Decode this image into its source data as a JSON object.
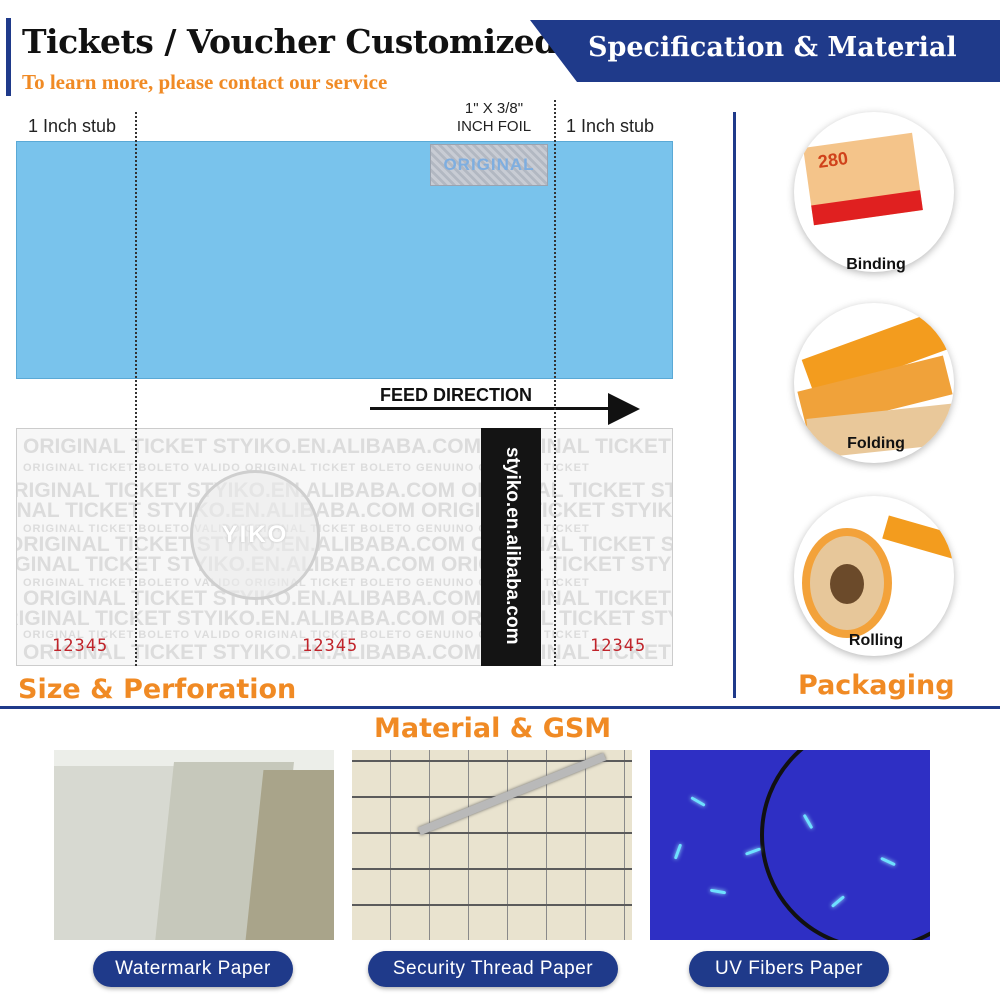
{
  "header": {
    "title": "Tickets / Voucher Customized",
    "subtitle": "To learn more, please contact our service",
    "right_title": "Specification & Material"
  },
  "ticket": {
    "left_stub_label": "1 Inch stub",
    "right_stub_label": "1 Inch stub",
    "foil_label_line1": "1\" X 3/8\"",
    "foil_label_line2": "INCH FOIL",
    "foil_text": "ORIGINAL",
    "feed_direction": "FEED DIRECTION",
    "watermark_big": "ORIGINAL TICKET  STYIKO.EN.ALIBABA.COM  ORIGINAL TICKET  STYIKO.EN.ALIBABA.COM",
    "watermark_small": "ORIGINAL TICKET  BOLETO VALIDO  ORIGINAL TICKET  BOLETO GENUINO  ORIGINAL TICKET",
    "seal_text": "YIKO",
    "vertical_text": "styiko.en.alibaba.com",
    "serials": [
      "12345",
      "12345",
      "12345"
    ]
  },
  "sections": {
    "size_perforation": "Size & Perforation",
    "packaging": "Packaging",
    "material_gsm": "Material & GSM"
  },
  "packaging": {
    "items": [
      {
        "label": "Binding",
        "tag": "280"
      },
      {
        "label": "Folding"
      },
      {
        "label": "Rolling"
      }
    ]
  },
  "materials": {
    "items": [
      {
        "label": "Watermark Paper"
      },
      {
        "label": "Security Thread Paper"
      },
      {
        "label": "UV Fibers Paper"
      }
    ]
  },
  "colors": {
    "navy": "#1f3a8a",
    "orange": "#f08a24",
    "ticket_blue": "#79c3ec",
    "serial_red": "#c0242b"
  }
}
